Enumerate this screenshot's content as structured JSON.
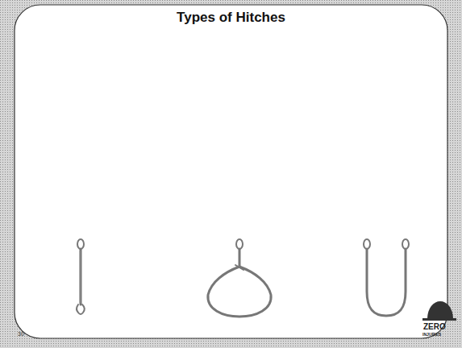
{
  "diagram": {
    "title": "Types of Hitches",
    "labels": [
      "30",
      "ZERO",
      "INJURIES"
    ]
  }
}
